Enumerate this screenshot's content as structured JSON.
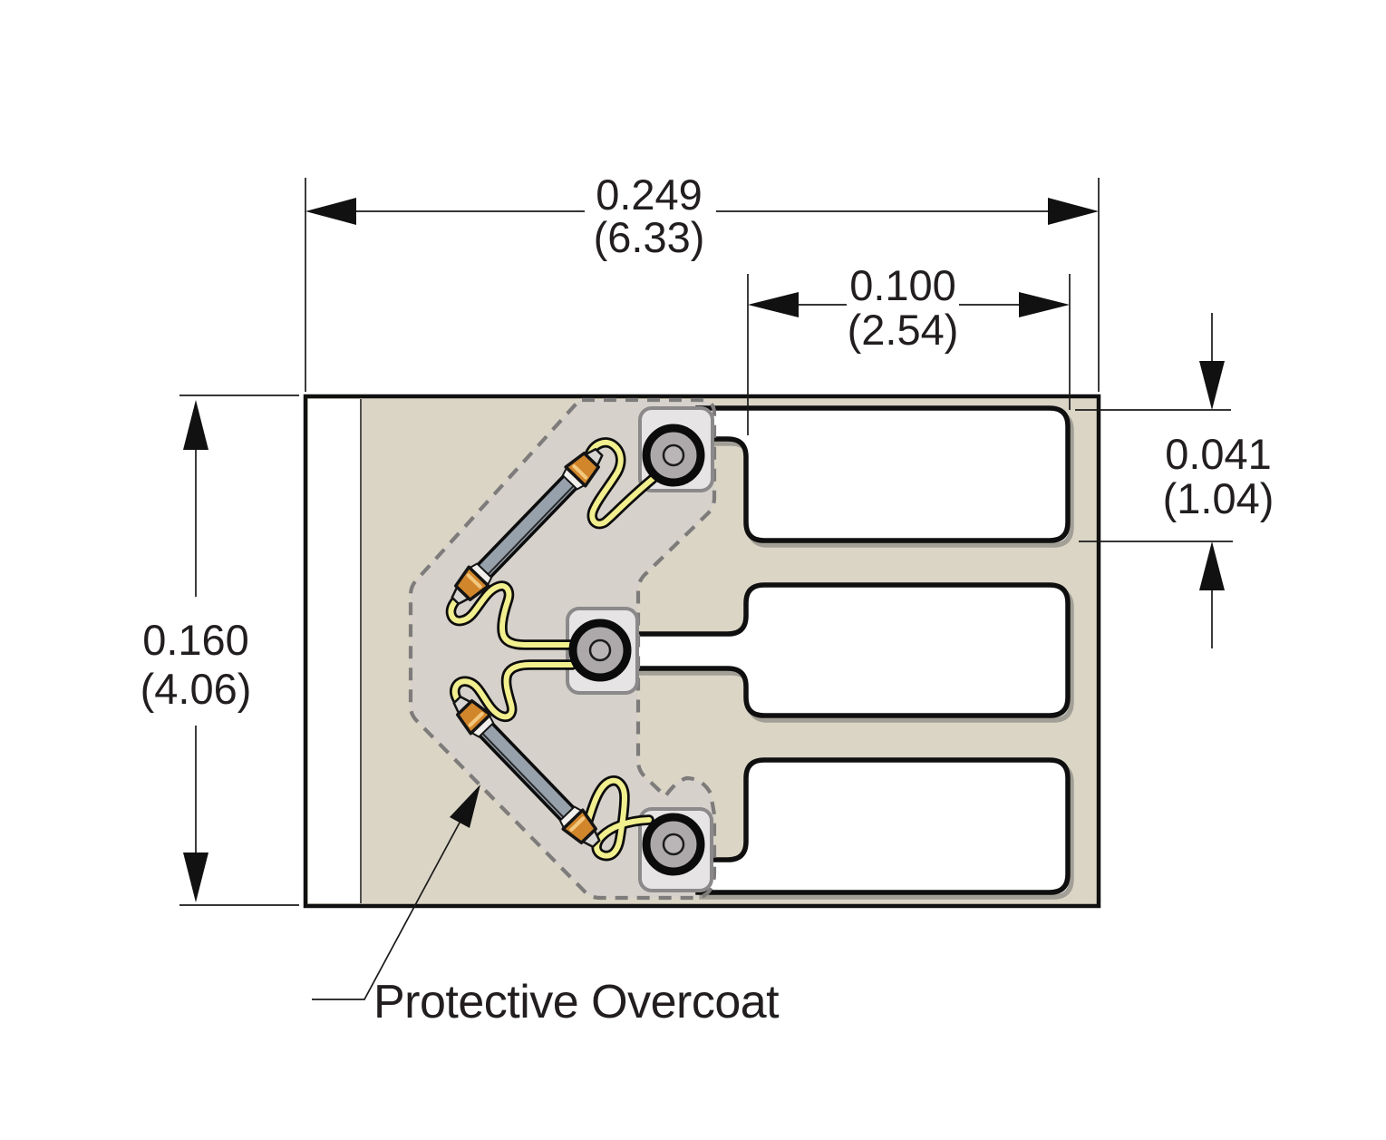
{
  "drawing": {
    "kind": "strain-gauge-outline-dimension-drawing",
    "callout_label": "Protective Overcoat"
  },
  "dimensions": {
    "overall_width": {
      "inches": "0.249",
      "metric": "(6.33)"
    },
    "tab_length": {
      "inches": "0.100",
      "metric": "(2.54)"
    },
    "tab_height": {
      "inches": "0.041",
      "metric": "(1.04)"
    },
    "overall_height": {
      "inches": "0.160",
      "metric": "(4.06)"
    }
  },
  "colors": {
    "background": "#ffffff",
    "line": "#1a1a1a",
    "body": "#dbd5c6",
    "strip": "#ffffff",
    "overcoat": "#d6d1cb",
    "overcoat_dash": "#7e7c7b",
    "tab": "#ffffff",
    "pad": "#e6e4e5",
    "wire": "#f2ef8f",
    "gauge_bar": "#97a1ab",
    "cap": "#d1862c",
    "solder_dot": "#ada9aa",
    "solder_dot_inner": "#bab6b7"
  }
}
